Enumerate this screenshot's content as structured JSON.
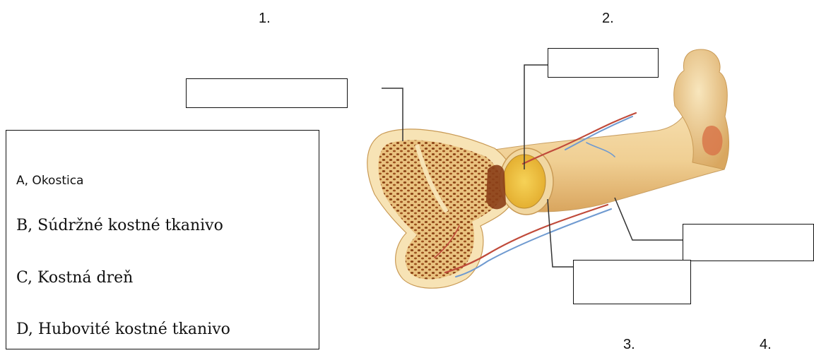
{
  "numbers": [
    "1.",
    "2.",
    "3.",
    "4."
  ],
  "legend": {
    "options": [
      "A, Okostica",
      "B, Súdržné kostné tkanivo",
      "C, Kostná dreň",
      "D, Hubovité kostné tkanivo"
    ]
  },
  "colors": {
    "bone": "#f3d29a",
    "bone_shadow": "#d9a860",
    "spongy": "#a8561f",
    "marrow": "#f2c23a",
    "vessel_red": "#c04a3a",
    "vessel_blue": "#6f9ad0"
  }
}
